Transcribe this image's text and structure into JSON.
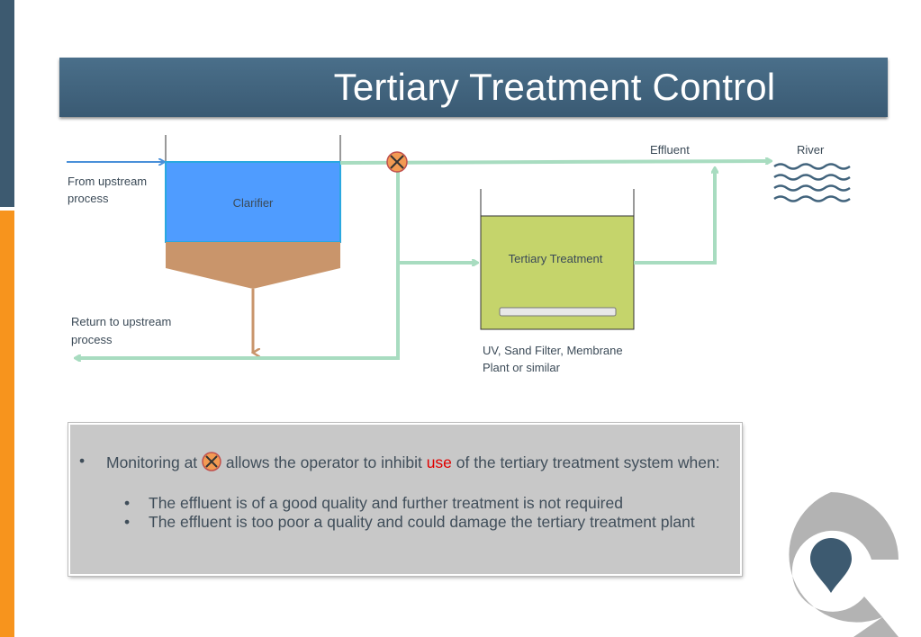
{
  "colors": {
    "bar_dark": "#3d5a70",
    "bar_orange": "#f7941d",
    "title_bg": "#41637c",
    "clarifier_water": "#4f9cff",
    "clarifier_sludge": "#c9956b",
    "tertiary_tank": "#c5d46b",
    "pipe": "#a8dcc0",
    "valve": "#f29a52",
    "highlight_text": "#e00000"
  },
  "title": "Tertiary Treatment Control",
  "diagram": {
    "labels": {
      "from_upstream_line1": "From upstream",
      "from_upstream_line2": "process",
      "clarifier": "Clarifier",
      "effluent": "Effluent",
      "river": "River",
      "tertiary_treatment": "Tertiary Treatment",
      "return_line1": "Return to upstream",
      "return_line2": "process",
      "tertiary_note_line1": "UV, Sand Filter, Membrane",
      "tertiary_note_line2": "Plant or similar"
    },
    "icons": [
      "monitoring-valve-icon",
      "river-waves-icon"
    ]
  },
  "info": {
    "bullet": "•",
    "main_before": "Monitoring at",
    "main_mid": "allows the operator to inhibit",
    "main_highlight": "use",
    "main_after": "of the tertiary treatment system when:",
    "sub_items": [
      "The effluent is of a good quality and further treatment is not required",
      "The effluent is too poor a quality and could damage the tertiary treatment plant"
    ]
  },
  "logo": {
    "icon": "location-pin-logo-icon"
  }
}
